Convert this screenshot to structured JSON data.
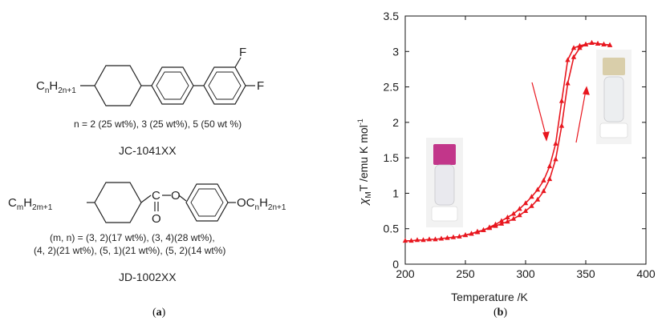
{
  "panel_a": {
    "mol1": {
      "alkyl_prefix": "C",
      "alkyl_sub1": "n",
      "alkyl_h": "H",
      "alkyl_sub2": "2n+1",
      "f1": "F",
      "f2": "F",
      "composition": "n = 2 (25 wt%), 3 (25 wt%), 5 (50 wt %)",
      "name": "JC-1041XX"
    },
    "mol2": {
      "left_c": "C",
      "left_sub1": "m",
      "left_h": "H",
      "left_sub2": "2m+1",
      "carbonyl_c": "C",
      "ester_o": "O",
      "carbonyl_o": "O",
      "right_oc": "OC",
      "right_sub1": "n",
      "right_h": "H",
      "right_sub2": "2n+1",
      "composition_line1": "(m, n) = (3, 2)(17 wt%), (3, 4)(28 wt%),",
      "composition_line2": "(4, 2)(21 wt%), (5, 1)(21 wt%), (5, 2)(14 wt%)",
      "name": "JD-1002XX"
    },
    "caption": "a"
  },
  "panel_b": {
    "caption": "b"
  },
  "colors": {
    "series": "#e8171f",
    "axis": "#111111",
    "text": "#1a1a1a"
  },
  "chart_data": {
    "type": "line",
    "xlabel": "Temperature /K",
    "ylabel": "χ_M T /emu K mol⁻¹",
    "xlim": [
      200,
      400
    ],
    "ylim": [
      0,
      3.5
    ],
    "xticks": [
      200,
      250,
      300,
      350,
      400
    ],
    "yticks": [
      0,
      0.5,
      1,
      1.5,
      2,
      2.5,
      3,
      3.5
    ],
    "xtick_labels": [
      "200",
      "250",
      "300",
      "350",
      "400"
    ],
    "ytick_labels": [
      "0",
      "0.5",
      "1",
      "1.5",
      "2",
      "2.5",
      "3",
      "3.5"
    ],
    "grid": false,
    "marker": "triangle",
    "series": [
      {
        "x": [
          200,
          205,
          210,
          215,
          220,
          225,
          230,
          235,
          240,
          245,
          250,
          255,
          260,
          265,
          270,
          275,
          280,
          285,
          290,
          295,
          300,
          305,
          310,
          315,
          320,
          325,
          330,
          335,
          340,
          345,
          350,
          355,
          360,
          365,
          370
        ],
        "y": [
          0.33,
          0.33,
          0.34,
          0.34,
          0.35,
          0.35,
          0.36,
          0.37,
          0.38,
          0.39,
          0.41,
          0.43,
          0.46,
          0.48,
          0.51,
          0.54,
          0.57,
          0.6,
          0.64,
          0.69,
          0.75,
          0.82,
          0.91,
          1.03,
          1.2,
          1.48,
          1.95,
          2.55,
          2.92,
          3.05,
          3.1,
          3.12,
          3.11,
          3.1,
          3.09
        ]
      },
      {
        "x": [
          370,
          365,
          360,
          355,
          350,
          345,
          340,
          335,
          330,
          325,
          320,
          315,
          310,
          305,
          300,
          295,
          290,
          285,
          280,
          275,
          270,
          265,
          260,
          255,
          250
        ],
        "y": [
          3.09,
          3.1,
          3.11,
          3.12,
          3.1,
          3.08,
          3.05,
          2.88,
          2.3,
          1.7,
          1.38,
          1.18,
          1.05,
          0.95,
          0.86,
          0.78,
          0.71,
          0.66,
          0.61,
          0.56,
          0.52,
          0.48,
          0.45,
          0.43,
          0.41
        ]
      }
    ]
  }
}
